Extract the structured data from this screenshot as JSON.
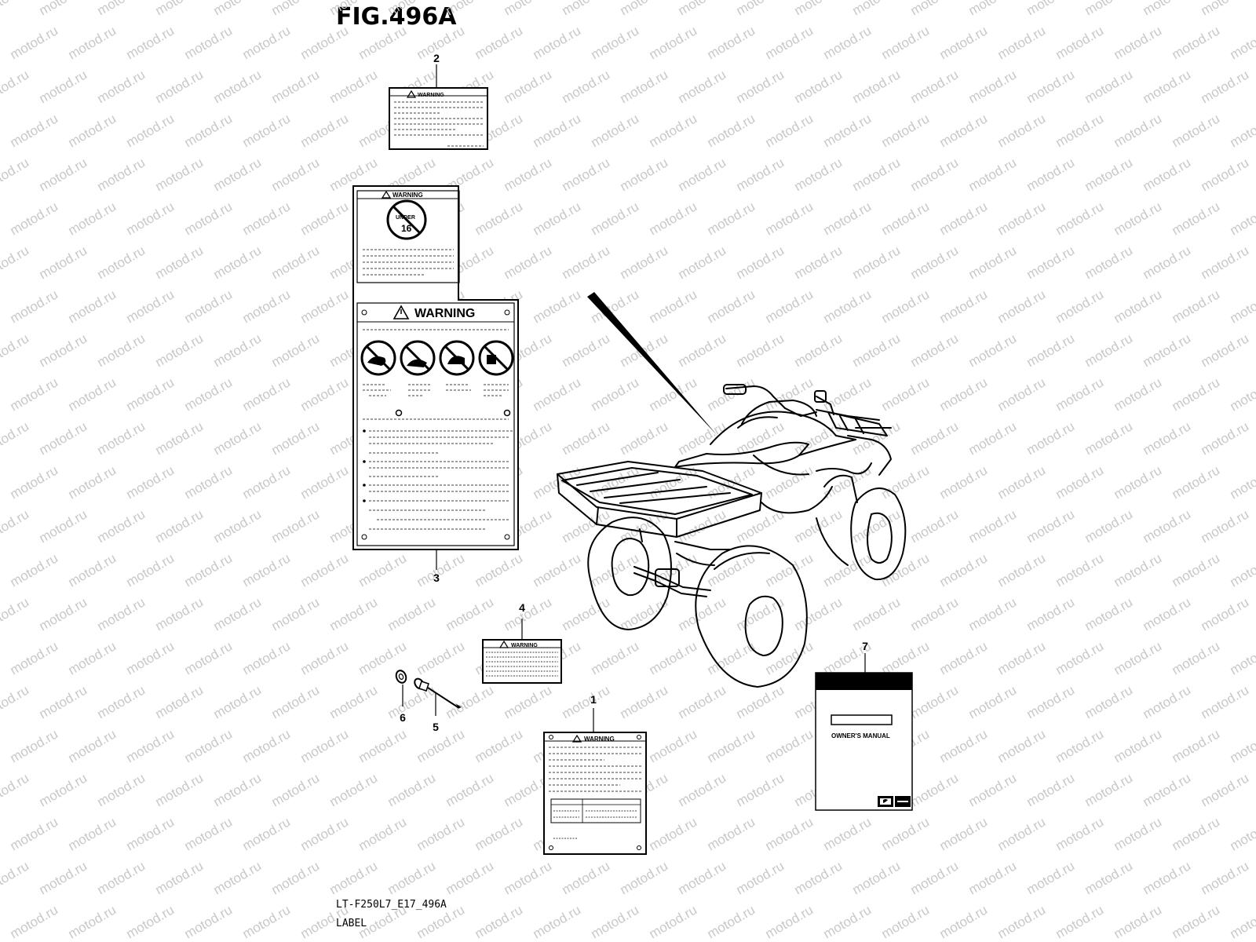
{
  "figure": {
    "title": "FIG.496A",
    "model_code": "LT-F250L7_E17_496A",
    "group_label": "LABEL"
  },
  "labels": {
    "warning_word": "WARNING",
    "under_text": "UNDER",
    "age_number": "16",
    "manual_title": "OWNER'S MANUAL"
  },
  "callouts": [
    "1",
    "2",
    "3",
    "4",
    "5",
    "6",
    "7"
  ],
  "watermark": "motod.ru",
  "colors": {
    "ink": "#000000",
    "watermark": "#c8c8c8",
    "background": "#ffffff"
  }
}
